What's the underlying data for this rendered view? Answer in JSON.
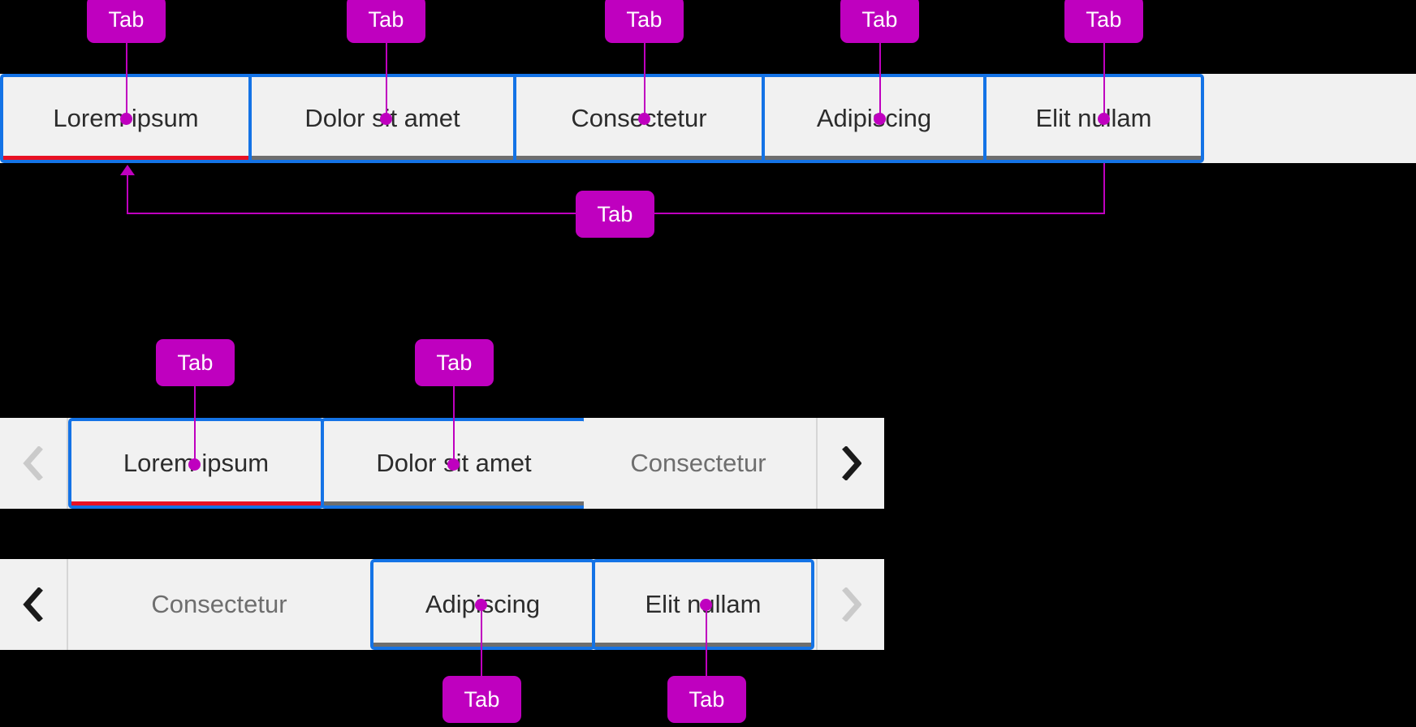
{
  "colors": {
    "accent_border": "#1473E6",
    "selected_underline": "#E81123",
    "unselected_underline": "#6E6E6E",
    "annotation": "#BF00BF",
    "strip_background": "#F1F1F1",
    "page_background": "#000000",
    "tab_text": "#2c2c2c",
    "muted_text": "#6E6E6E",
    "divider": "#D6D6D6"
  },
  "annotation": {
    "label": "Tab"
  },
  "strip1": {
    "tabs": [
      {
        "label": "Lorem ipsum",
        "selected": true
      },
      {
        "label": "Dolor sit amet",
        "selected": false
      },
      {
        "label": "Consectetur",
        "selected": false
      },
      {
        "label": "Adipiscing",
        "selected": false
      },
      {
        "label": "Elit nullam",
        "selected": false
      }
    ],
    "annotations": [
      {
        "name": "tab-badge-1"
      },
      {
        "name": "tab-badge-2"
      },
      {
        "name": "tab-badge-3"
      },
      {
        "name": "tab-badge-4"
      },
      {
        "name": "tab-badge-5"
      },
      {
        "name": "tablist-badge"
      }
    ]
  },
  "strip2": {
    "prev_icon": "chevron-left-icon",
    "next_icon": "chevron-right-icon",
    "prev_enabled": false,
    "next_enabled": true,
    "tabs": [
      {
        "label": "Lorem ipsum",
        "selected": true,
        "bordered": true
      },
      {
        "label": "Dolor sit amet",
        "selected": false,
        "bordered": true
      },
      {
        "label": "Consectetur",
        "selected": false,
        "bordered": false
      }
    ]
  },
  "strip3": {
    "prev_icon": "chevron-left-icon",
    "next_icon": "chevron-right-icon",
    "prev_enabled": true,
    "next_enabled": false,
    "tabs": [
      {
        "label": "Consectetur",
        "selected": false,
        "bordered": false
      },
      {
        "label": "Adipiscing",
        "selected": false,
        "bordered": true
      },
      {
        "label": "Elit nullam",
        "selected": false,
        "bordered": true
      }
    ]
  }
}
